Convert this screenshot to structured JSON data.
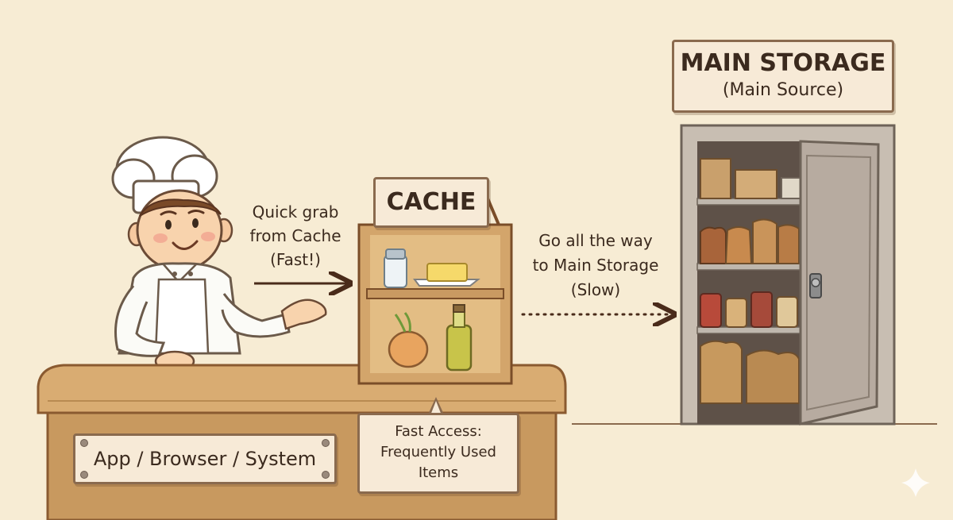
{
  "diagram": {
    "cache_sign": "CACHE",
    "quick_grab_line1": "Quick grab",
    "quick_grab_line2": "from Cache",
    "quick_grab_line3": "(Fast!)",
    "slow_line1": "Go all the way",
    "slow_line2": "to Main Storage",
    "slow_line3": "(Slow)",
    "main_storage_title": "MAIN STORAGE",
    "main_storage_subtitle": "(Main Source)",
    "counter_label": "App / Browser / System",
    "fast_access_line1": "Fast Access:",
    "fast_access_line2": "Frequently Used",
    "fast_access_line3": "Items"
  },
  "colors": {
    "background": "#f7ecd4",
    "wood": "#c99a62",
    "wood_dark": "#8a5a30",
    "text": "#3b2a1e",
    "arrow": "#4a2b1a"
  }
}
